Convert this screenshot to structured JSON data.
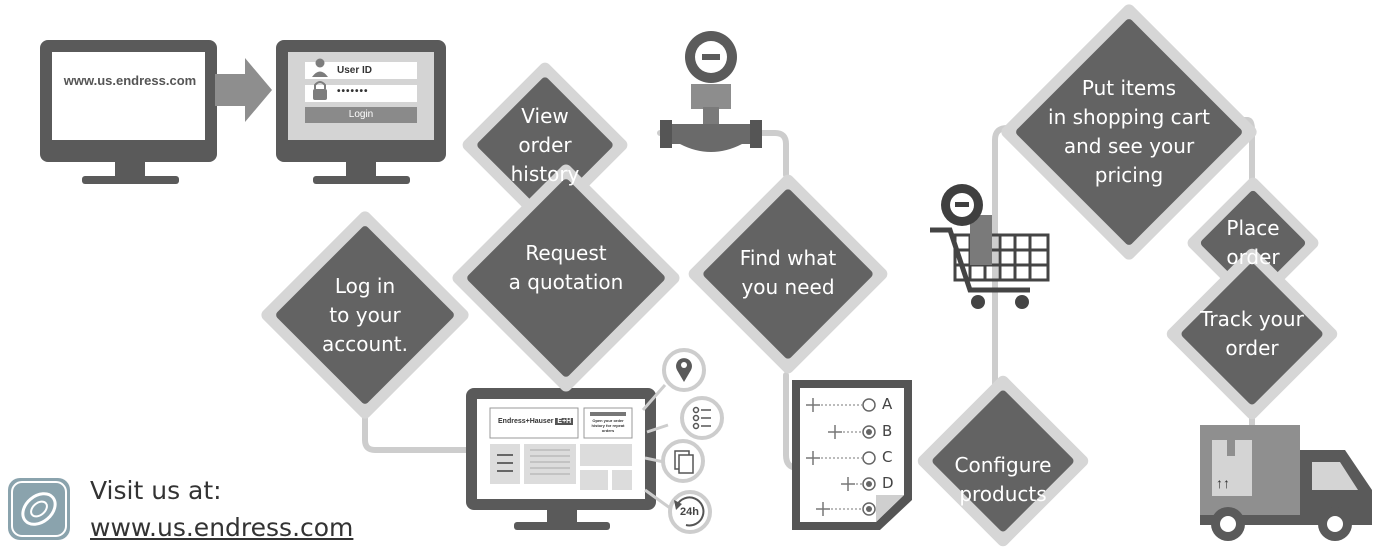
{
  "steps": {
    "view_history": [
      "View",
      "order",
      "history"
    ],
    "quotation": [
      "Request",
      "a quotation"
    ],
    "login": [
      "Log in",
      "to your",
      "account."
    ],
    "find": [
      "Find what",
      "you need"
    ],
    "cart": [
      "Put items",
      "in shopping cart",
      "and see your",
      "pricing"
    ],
    "place": [
      "Place",
      "order"
    ],
    "track": [
      "Track your",
      "order"
    ],
    "configure": [
      "Configure",
      "products"
    ]
  },
  "website": {
    "monitor_url": "www.us.endress.com",
    "user_id_label": "User ID",
    "password_mask": "•••••••",
    "login_button": "Login"
  },
  "config_options": [
    "A",
    "B",
    "C",
    "D"
  ],
  "portal": {
    "brand": "Endress+Hauser",
    "brand_mark": "E+H",
    "promo": "Open your order history for repeat orders"
  },
  "badge_24h": "24h",
  "footer": {
    "visit_label": "Visit us at:",
    "url": "www.us.endress.com"
  },
  "colors": {
    "diamond_fill": "#636363",
    "diamond_border": "#d6d6d6",
    "connector": "#cdcdcd",
    "device": "#5c5c5c",
    "accent": "#8aa3ad"
  }
}
